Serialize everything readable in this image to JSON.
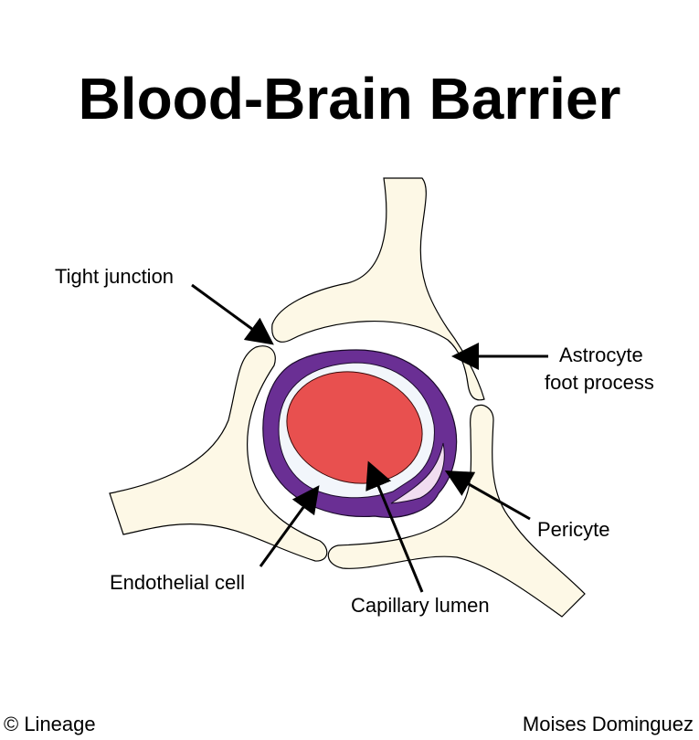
{
  "title": "Blood-Brain Barrier",
  "labels": {
    "tight_junction": "Tight junction",
    "astrocyte_line1": "Astrocyte",
    "astrocyte_line2": "foot process",
    "pericyte": "Pericyte",
    "endothelial_cell": "Endothelial cell",
    "capillary_lumen": "Capillary lumen"
  },
  "footer": {
    "copyright": "© Lineage",
    "author": "Moises Dominguez"
  },
  "colors": {
    "astrocyte": "#fdf8e6",
    "basement": "#ffffff",
    "endothelium": "#6a2f94",
    "endothelial_inner": "#f2f6fb",
    "lumen": "#e8504f",
    "pericyte": "#f1ddf0"
  }
}
